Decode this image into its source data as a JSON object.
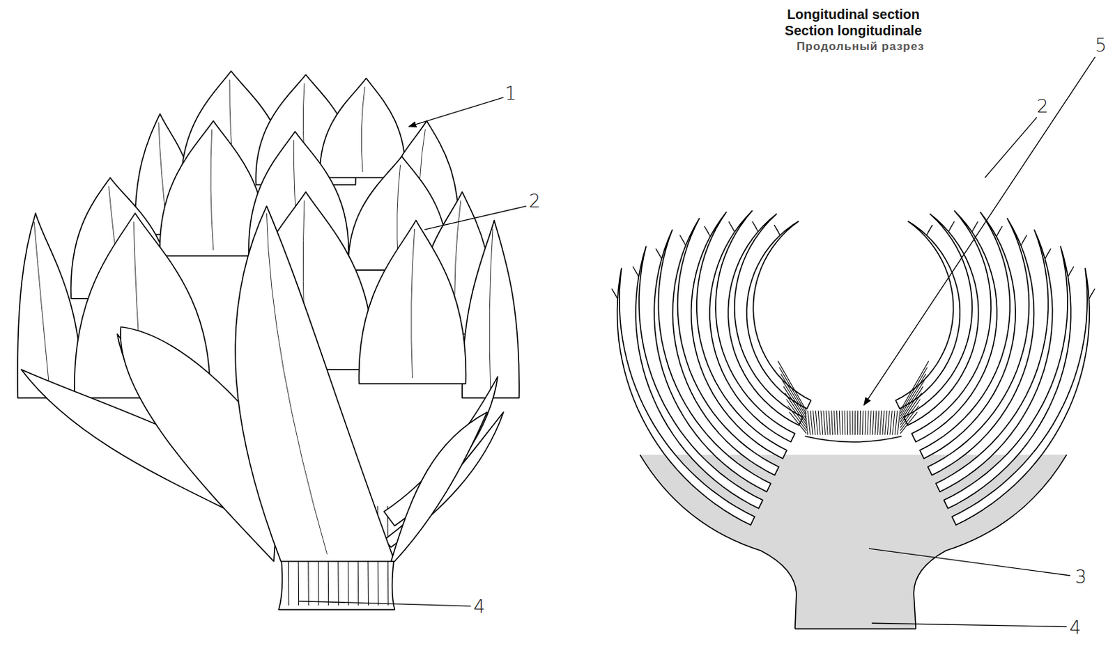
{
  "diagram": {
    "labels": [
      "1",
      "2",
      "4",
      "Longitudinal section",
      "Section longitudinale",
      "Продольный разрез",
      "2",
      "5",
      "3",
      "4"
    ]
  }
}
